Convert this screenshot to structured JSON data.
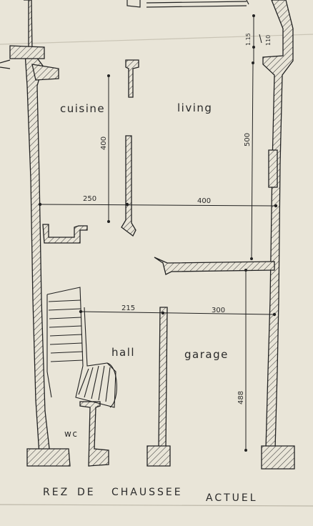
{
  "rooms": {
    "kitchen": "cuisine",
    "living": "living",
    "hall": "hall",
    "garage": "garage",
    "wc": "wc"
  },
  "dimensions": {
    "kitchen_height": "400",
    "kitchen_width": "250",
    "living_width": "400",
    "living_height": "500",
    "hall_width": "215",
    "garage_width": "300",
    "garage_height": "488",
    "top_small_1": "1.15",
    "top_small_2": "110"
  },
  "title": {
    "word1": "REZ",
    "word2": "DE",
    "word3": "CHAUSSEE",
    "word4": "ACTUEL"
  },
  "colors": {
    "paper": "#e9e5d8",
    "ink": "#2a2a2a"
  }
}
